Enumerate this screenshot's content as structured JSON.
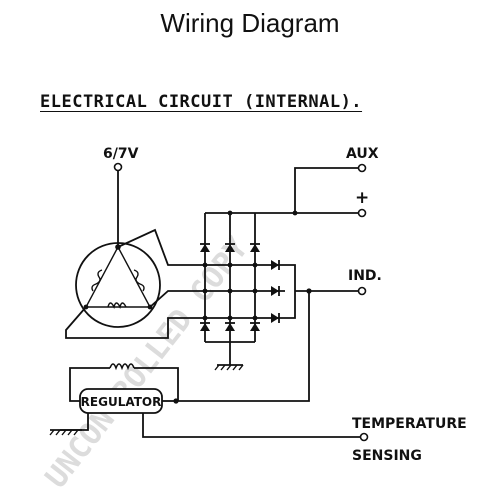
{
  "title": "Wiring Diagram",
  "heading": "ELECTRICAL CIRCUIT (INTERNAL).",
  "terminals": {
    "supply": "6/7V",
    "aux": "AUX",
    "plus": "+",
    "ind": "IND.",
    "temperature": "TEMPERATURE",
    "sensing": "SENSING"
  },
  "regulator_label": "REGULATOR",
  "watermark": "UNCONTROLLED COPY"
}
